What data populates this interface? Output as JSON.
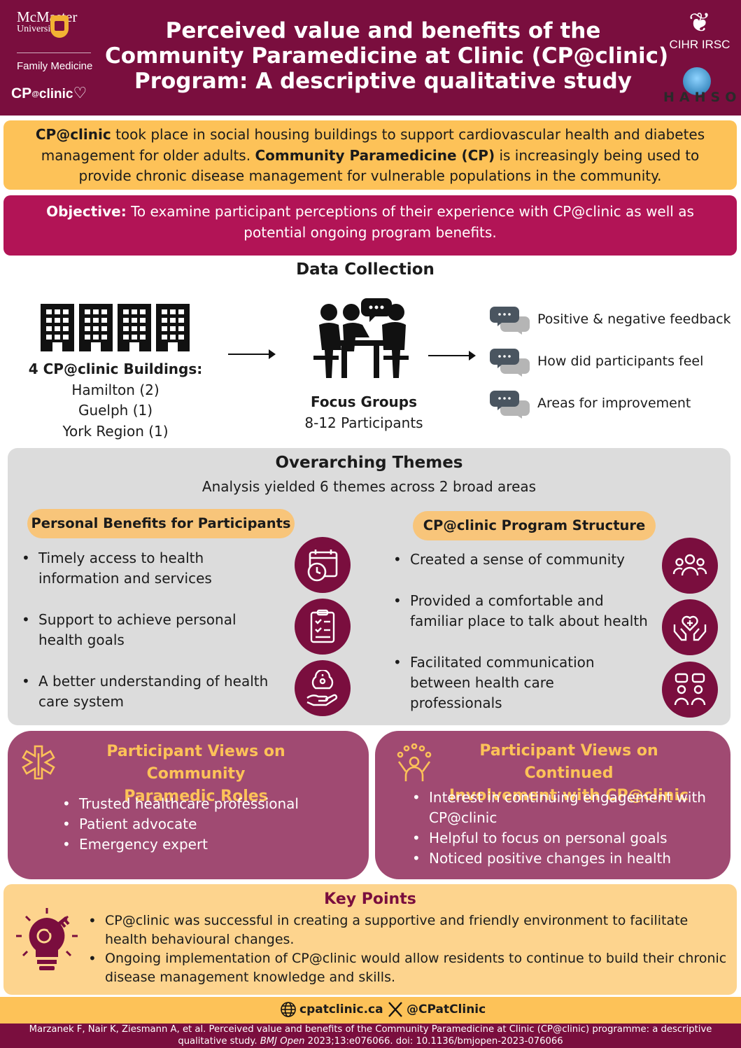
{
  "header": {
    "university": {
      "line1": "McMaster",
      "line2": "University"
    },
    "department": "Family Medicine",
    "program_logo": {
      "text": "CP",
      "at": "@",
      "suffix": "clinic"
    },
    "title_lines": [
      "Perceived value and benefits of the",
      "Community Paramedicine at Clinic (CP@clinic)",
      "Program: A descriptive qualitative study"
    ],
    "funder": "CIHR IRSC",
    "partner": "HAHSO"
  },
  "intro": {
    "part1_bold": "CP@clinic",
    "part2": " took place in social housing buildings to support cardiovascular health and diabetes management for older adults. ",
    "part3_bold": "Community Paramedicine (CP)",
    "part4": " is increasingly being used to provide chronic disease management for vulnerable populations in the community."
  },
  "objective": {
    "label": "Objective:",
    "text": " To examine participant perceptions of their experience with CP@clinic as well as potential ongoing program benefits."
  },
  "data_collection": {
    "title": "Data Collection",
    "buildings": {
      "title": "4 CP@clinic Buildings:",
      "sites": [
        "Hamilton (2)",
        "Guelph (1)",
        "York Region (1)"
      ]
    },
    "focus_groups": {
      "title": "Focus Groups",
      "participants": "8-12 Participants"
    },
    "topics": [
      "Positive & negative feedback",
      "How did participants feel",
      "Areas for improvement"
    ]
  },
  "themes": {
    "title": "Overarching Themes",
    "subtitle": "Analysis yielded 6 themes across 2 broad areas",
    "personal": {
      "title": "Personal Benefits for Participants",
      "items": [
        [
          "Timely access to health",
          "information and services"
        ],
        [
          "Support to achieve personal",
          "health goals"
        ],
        [
          "A better understanding of health",
          "care system"
        ]
      ],
      "icons": [
        "calendar-clock-icon",
        "health-checklist-icon",
        "brain-hand-icon"
      ]
    },
    "structure": {
      "title": "CP@clinic Program Structure",
      "items": [
        [
          "Created a sense of community"
        ],
        [
          "Provided a comfortable and",
          "familiar place to talk about health"
        ],
        [
          "Facilitated communication",
          "between health care",
          "professionals"
        ]
      ],
      "icons": [
        "community-icon",
        "heart-hands-icon",
        "professionals-chat-icon"
      ]
    }
  },
  "views": {
    "paramedic": {
      "title_lines": [
        "Participant Views on Community",
        "Paramedic Roles"
      ],
      "items": [
        "Trusted healthcare professional",
        "Patient advocate",
        "Emergency expert"
      ]
    },
    "involvement": {
      "title_lines": [
        "Participant Views on Continued",
        "Involvement with CP@clinic"
      ],
      "items": [
        [
          "Interest in continuing engagement with",
          "CP@clinic"
        ],
        [
          "Helpful to focus on personal goals"
        ],
        [
          "Noticed positive changes in health"
        ]
      ]
    }
  },
  "key_points": {
    "title": "Key Points",
    "items": [
      [
        "CP@clinic was successful in creating a supportive and friendly environment to facilitate",
        "health behavioural changes."
      ],
      [
        "Ongoing implementation of CP@clinic would allow residents to continue to build their chronic",
        "disease management knowledge and skills."
      ]
    ]
  },
  "links": {
    "website": "cpatclinic.ca",
    "social": "@CPatClinic"
  },
  "citation": {
    "line1": "Marzanek F, Nair K, Ziesmann A, et al. Perceived value and benefits of the Community Paramedicine at Clinic (CP@clinic) programme: a descriptive",
    "line2_pre": "qualitative study. ",
    "journal": "BMJ Open",
    "line2_post": " 2023;13:e076066. doi: 10.1136/bmjopen-2023-076066"
  },
  "colors": {
    "maroon": "#7a0e3e",
    "magenta": "#b21456",
    "gold": "#fdc258",
    "mauve": "#a04a72",
    "grey": "#dcdcdc"
  }
}
